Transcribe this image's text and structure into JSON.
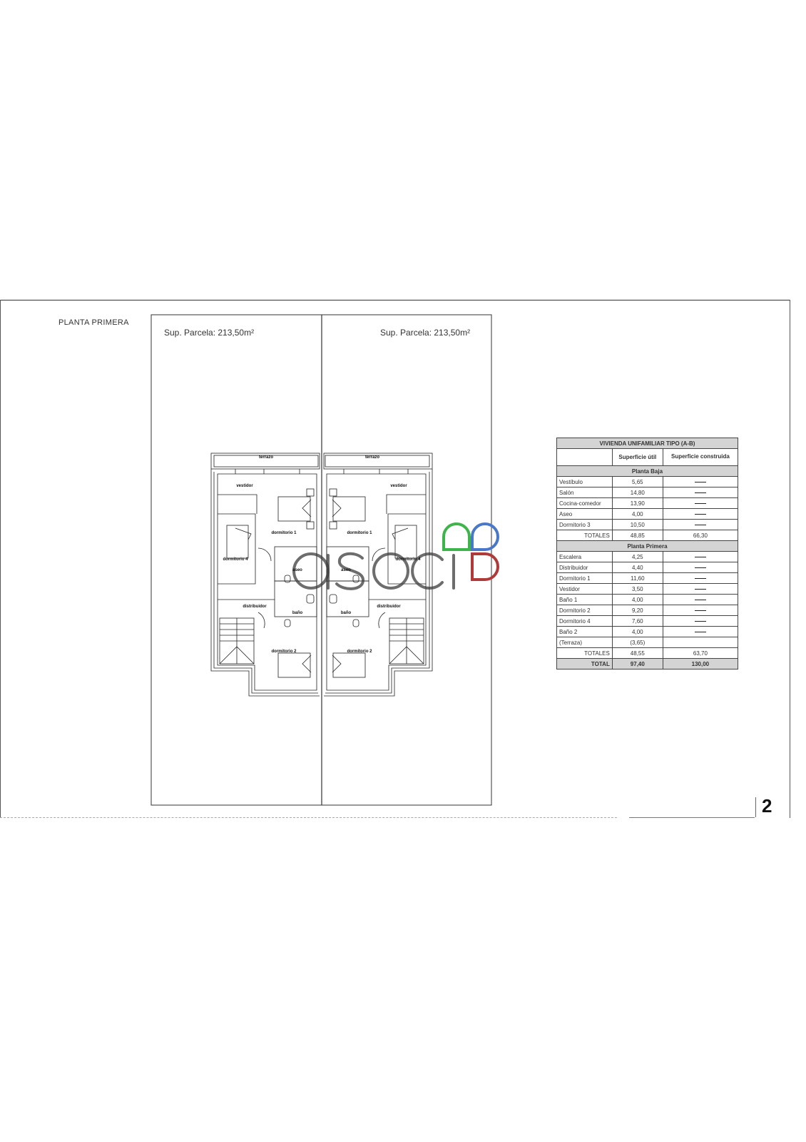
{
  "sheet": {
    "title": "PLANTA PRIMERA",
    "page_number": "2"
  },
  "parcels": [
    {
      "label": "Sup. Parcela: 213,50m²"
    },
    {
      "label": "Sup. Parcela: 213,50m²"
    }
  ],
  "plan": {
    "rooms": {
      "terrazo": "terrazo",
      "vestidor": "vestidor",
      "dormitorio1": "dormitorio 1",
      "dormitorio4": "dormitorio 4",
      "aseo": "aseo",
      "distribuidor": "distribuidor",
      "bano": "baño",
      "dormitorio2": "dormitorio 2"
    }
  },
  "logo": {
    "text": "asocia",
    "colors": {
      "green": "#3db54a",
      "blue": "#4a78c8",
      "red": "#b03a3a"
    }
  },
  "table": {
    "title": "VIVIENDA UNIFAMILIAR TIPO (A-B)",
    "col_util": "Superficie útil",
    "col_construida": "Superficie construida",
    "dash": "—",
    "planta_baja": {
      "label": "Planta Baja",
      "rows": [
        {
          "name": "Vestíbulo",
          "util": "5,65"
        },
        {
          "name": "Salón",
          "util": "14,80"
        },
        {
          "name": "Cocina-comedor",
          "util": "13,90"
        },
        {
          "name": "Aseo",
          "util": "4,00"
        },
        {
          "name": "Dormitorio 3",
          "util": "10,50"
        }
      ],
      "totals_label": "TOTALES",
      "total_util": "48,85",
      "total_construida": "66,30"
    },
    "planta_primera": {
      "label": "Planta Primera",
      "rows": [
        {
          "name": "Escalera",
          "util": "4,25"
        },
        {
          "name": "Distribuidor",
          "util": "4,40"
        },
        {
          "name": "Dormitorio 1",
          "util": "11,60"
        },
        {
          "name": "Vestidor",
          "util": "3,50"
        },
        {
          "name": "Baño 1",
          "util": "4,00"
        },
        {
          "name": "Dormitorio 2",
          "util": "9,20"
        },
        {
          "name": "Dormitorio 4",
          "util": "7,60"
        },
        {
          "name": "Baño 2",
          "util": "4,00"
        },
        {
          "name": "(Terraza)",
          "util": "(3,65)"
        }
      ],
      "totals_label": "TOTALES",
      "total_util": "48,55",
      "total_construida": "63,70"
    },
    "grand_total": {
      "label": "TOTAL",
      "util": "97,40",
      "construida": "130,00"
    }
  }
}
